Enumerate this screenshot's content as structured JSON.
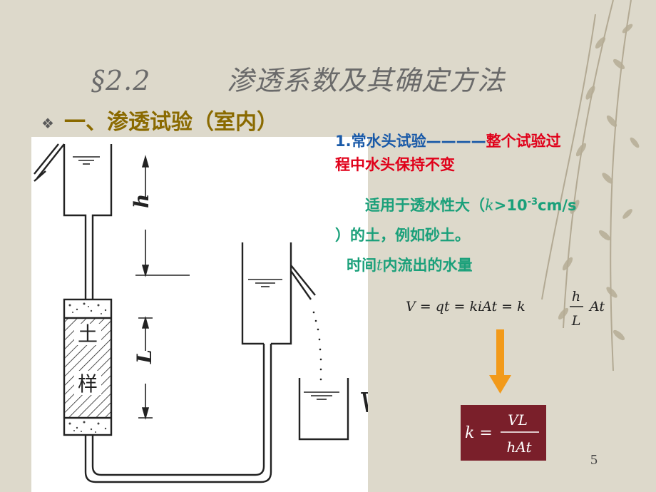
{
  "slide": {
    "title_number": "§2.2",
    "title_text": "渗透系数及其确定方法",
    "bullet_text": "一、渗透试验（室内）",
    "heading_blue": "1.常水头试验————",
    "heading_red_1": "整个试验过",
    "heading_red_2": "程中水头保持不变",
    "apply_prefix": "适用于透水性大（",
    "apply_k": "k",
    "apply_gt": ">10",
    "apply_exp": "-3",
    "apply_unit": "cm/s",
    "apply_line2": "）的土，例如砂土。",
    "flow_prefix": "时间",
    "flow_t": "t",
    "flow_suffix": "内流出的水量",
    "formula1_lhs": "V = qt = kiAt = k",
    "formula1_num": "h",
    "formula1_den": "L",
    "formula1_tail": "At",
    "formula2_lhs": "k =",
    "formula2_num": "VL",
    "formula2_den": "hAt",
    "page_number": "5"
  },
  "diagram": {
    "label_h": "h",
    "label_L": "L",
    "label_V": "V",
    "sample_char_1": "土",
    "sample_char_2": "样"
  },
  "colors": {
    "background": "#ddd9cb",
    "title": "#6a6a6a",
    "bullet": "#8a6a00",
    "blue": "#1a5aa8",
    "red": "#e0001a",
    "green": "#1aa07a",
    "arrow": "#f29a1a",
    "formula_box": "#7a1f2a"
  }
}
